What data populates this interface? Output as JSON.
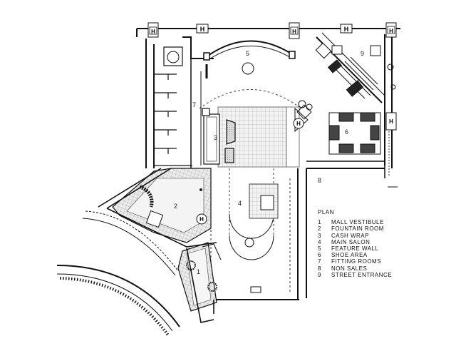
{
  "plan": {
    "title": "PLAN",
    "legend": [
      {
        "num": "1",
        "label": "MALL VESTIBULE"
      },
      {
        "num": "2",
        "label": "FOUNTAIN ROOM"
      },
      {
        "num": "3",
        "label": "CASH WRAP"
      },
      {
        "num": "4",
        "label": "MAIN SALON"
      },
      {
        "num": "5",
        "label": "FEATURE WALL"
      },
      {
        "num": "6",
        "label": "SHOE AREA"
      },
      {
        "num": "7",
        "label": "FITTING ROOMS"
      },
      {
        "num": "8",
        "label": "NON SALES"
      },
      {
        "num": "9",
        "label": "STREET ENTRANCE"
      }
    ],
    "room_numbers": {
      "r1": "1",
      "r2": "2",
      "r3": "3",
      "r4": "4",
      "r5": "5",
      "r6": "6",
      "r7": "7",
      "r8": "8",
      "r9": "9"
    },
    "column_marker": "H"
  }
}
